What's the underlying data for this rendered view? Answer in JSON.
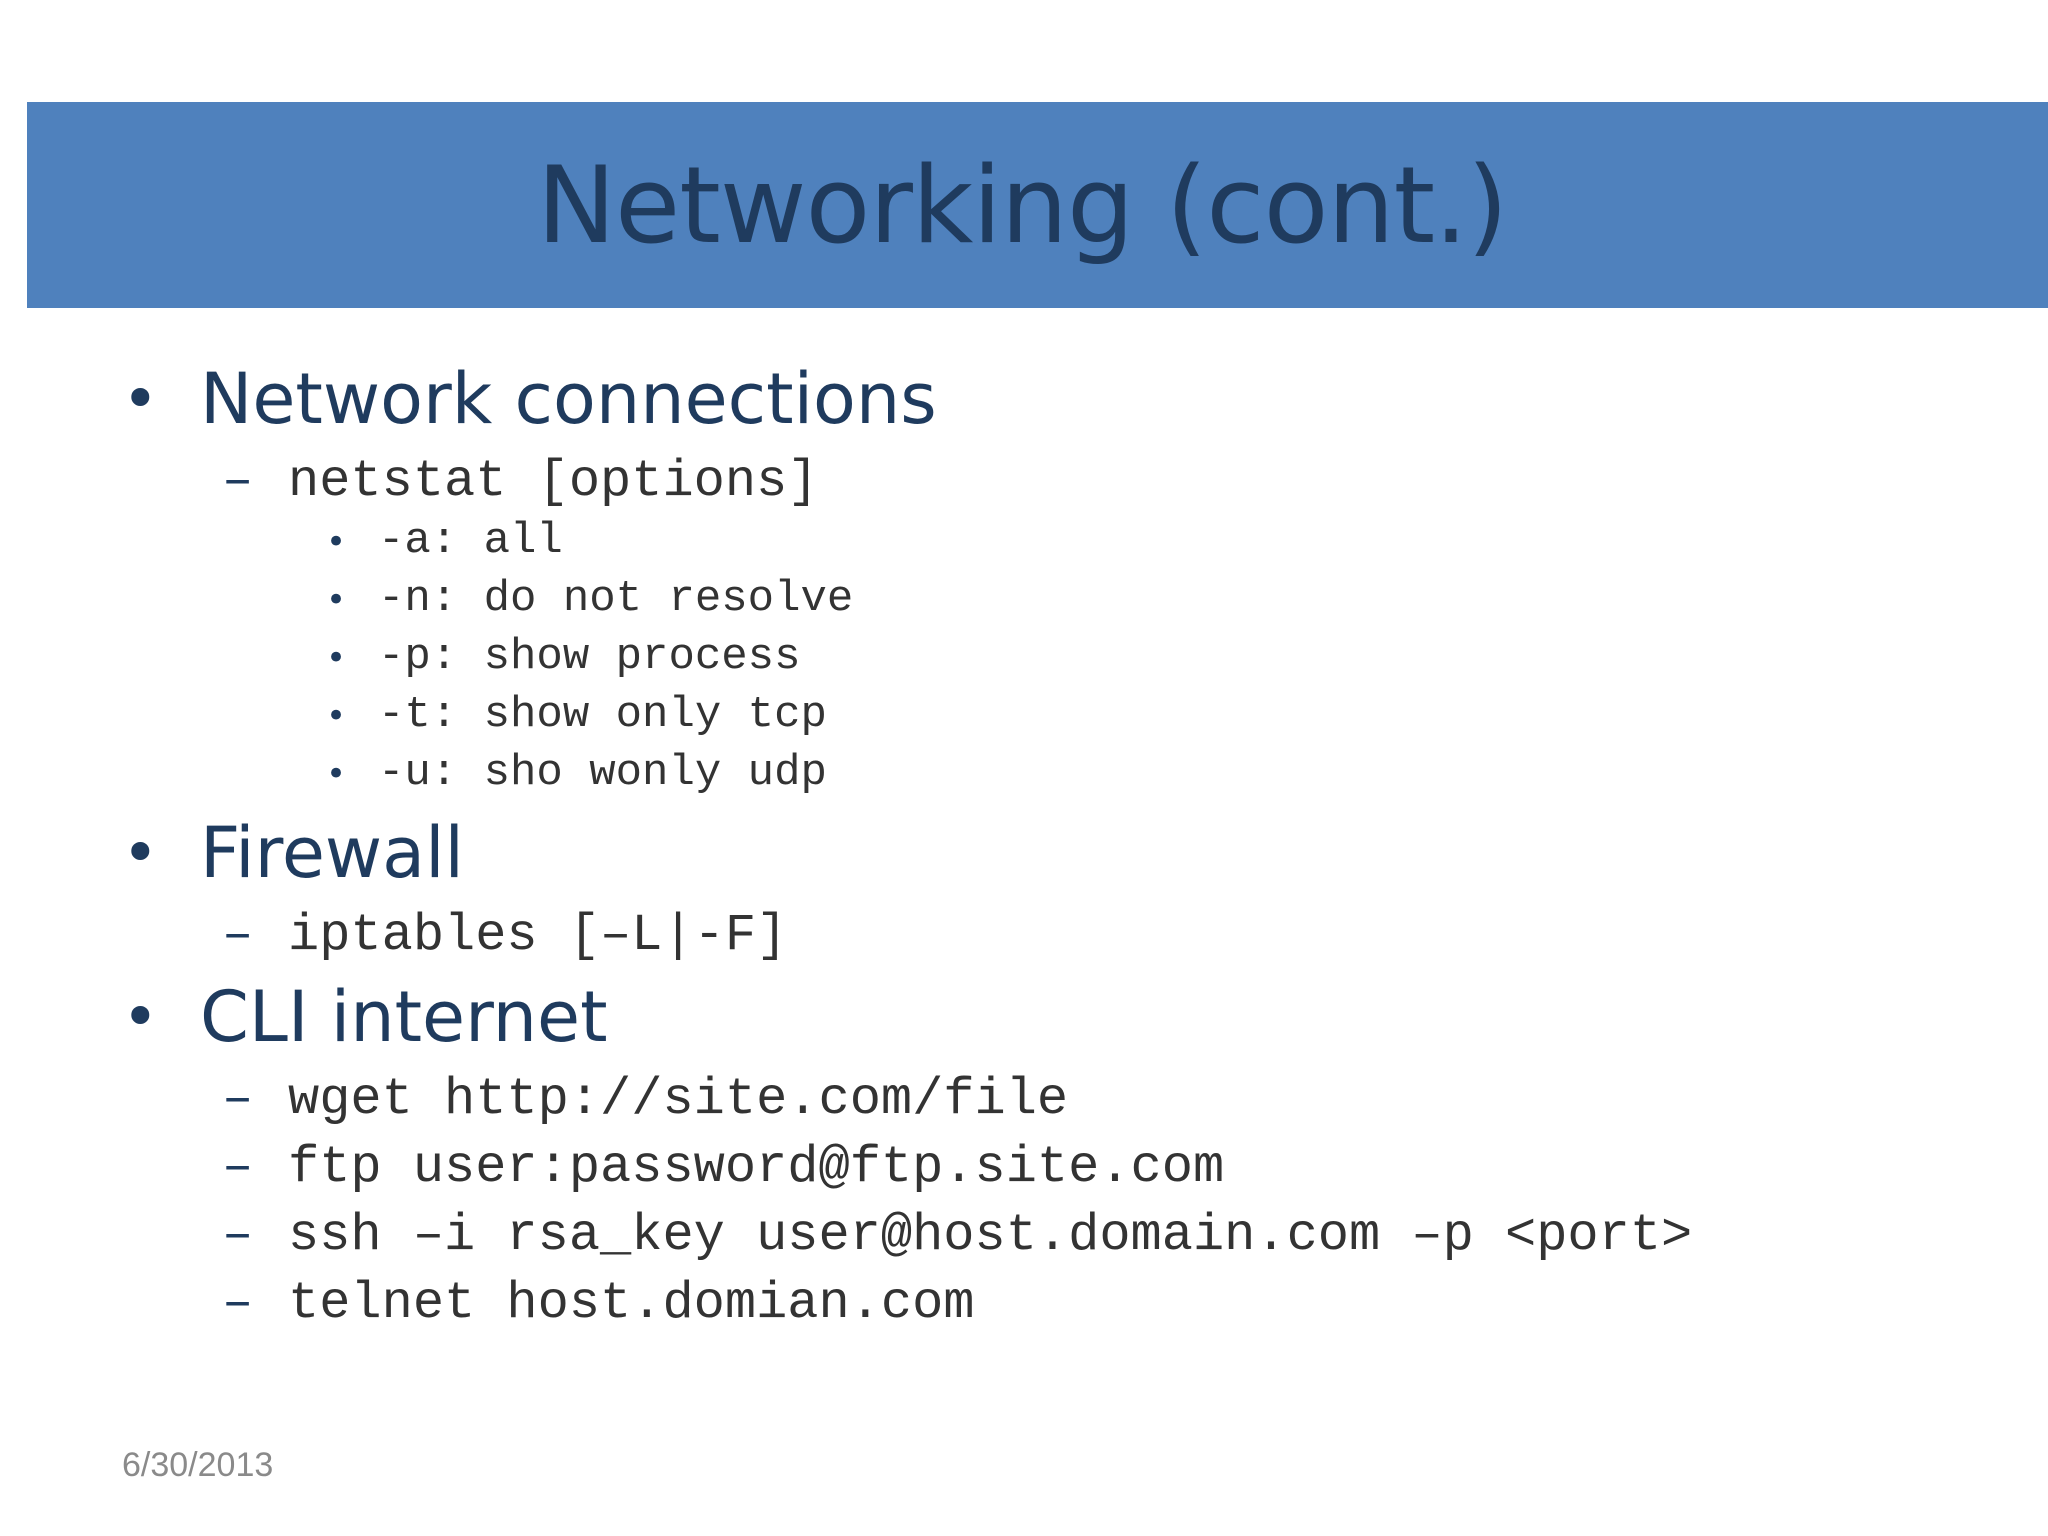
{
  "title": "Networking (cont.)",
  "sections": [
    {
      "heading": "Network connections",
      "items": [
        {
          "text": "netstat [options]",
          "subitems": [
            "-a: all",
            "-n: do not resolve",
            "-p: show process",
            "-t: show only tcp",
            "-u: sho wonly udp"
          ]
        }
      ]
    },
    {
      "heading": "Firewall",
      "items": [
        {
          "text": "iptables [–L|-F]"
        }
      ]
    },
    {
      "heading": "CLI internet",
      "items": [
        {
          "text": "wget http://site.com/file"
        },
        {
          "text": "ftp user:password@ftp.site.com"
        },
        {
          "text": "ssh –i rsa_key user@host.domain.com –p <port>"
        },
        {
          "text": "telnet host.domian.com"
        }
      ]
    }
  ],
  "footer": {
    "date": "6/30/2013"
  },
  "colors": {
    "title_bar": "#4f81bd",
    "title_text": "#1f3b5e",
    "body_text": "#333333"
  }
}
